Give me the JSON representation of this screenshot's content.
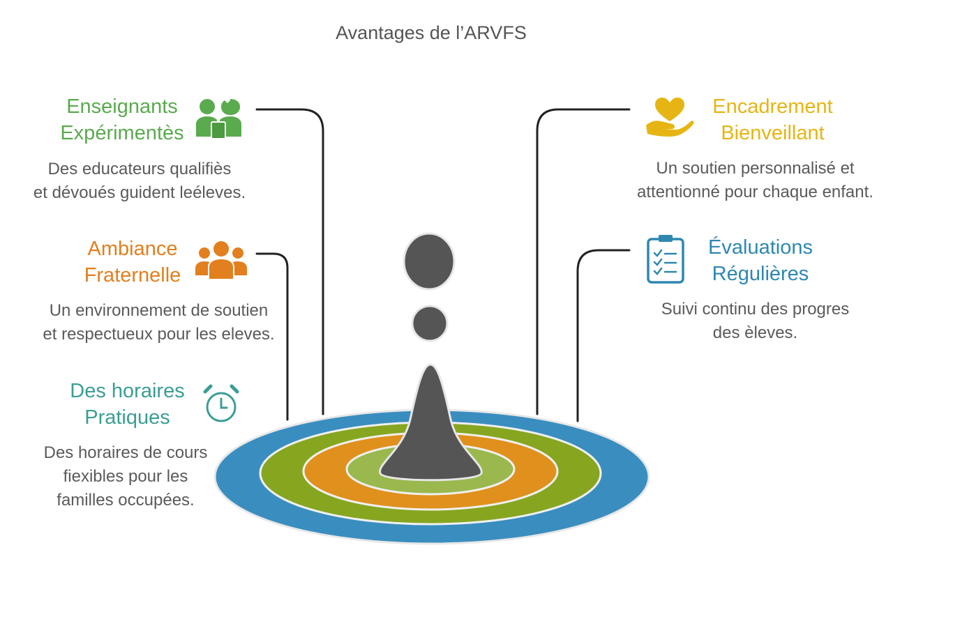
{
  "title": "Avantages de l’ARVFS",
  "colors": {
    "green": "#5aaa4e",
    "orange": "#e27f1e",
    "teal": "#3a9e95",
    "yellow": "#e6b514",
    "blue": "#2f87b0",
    "dark": "#555555",
    "ring_blue": "#3a8ebf",
    "ring_green_dark": "#86a620",
    "ring_orange": "#e0901c",
    "ring_green_light": "#9ab84e"
  },
  "items": {
    "enseignants": {
      "title_line1": "Enseignants",
      "title_line2": "Expérimentès",
      "desc_line1": "Des educateurs qualifiès",
      "desc_line2": "et dévoués guident leéleves.",
      "icon": "teachers-icon"
    },
    "ambiance": {
      "title_line1": "Ambiance",
      "title_line2": "Fraternelle",
      "desc_line1": "Un environnement de soutien",
      "desc_line2": "et respectueux pour les eleves.",
      "icon": "group-icon"
    },
    "horaires": {
      "title_line1": "Des horaires",
      "title_line2": "Pratiques",
      "desc_line1": "Des horaires de cours",
      "desc_line2": "fiexibles pour les",
      "desc_line3": "familles occupées.",
      "icon": "alarm-clock-icon"
    },
    "encadrement": {
      "title_line1": "Encadrement",
      "title_line2": "Bienveillant",
      "desc_line1": "Un soutien personnalisé et",
      "desc_line2": "attentionné pour chaque enfant.",
      "icon": "heart-hand-icon"
    },
    "evaluations": {
      "title_line1": "Évaluations",
      "title_line2": "Régulières",
      "desc_line1": "Suivi continu des progres",
      "desc_line2": "des èleves.",
      "icon": "clipboard-checklist-icon"
    }
  }
}
